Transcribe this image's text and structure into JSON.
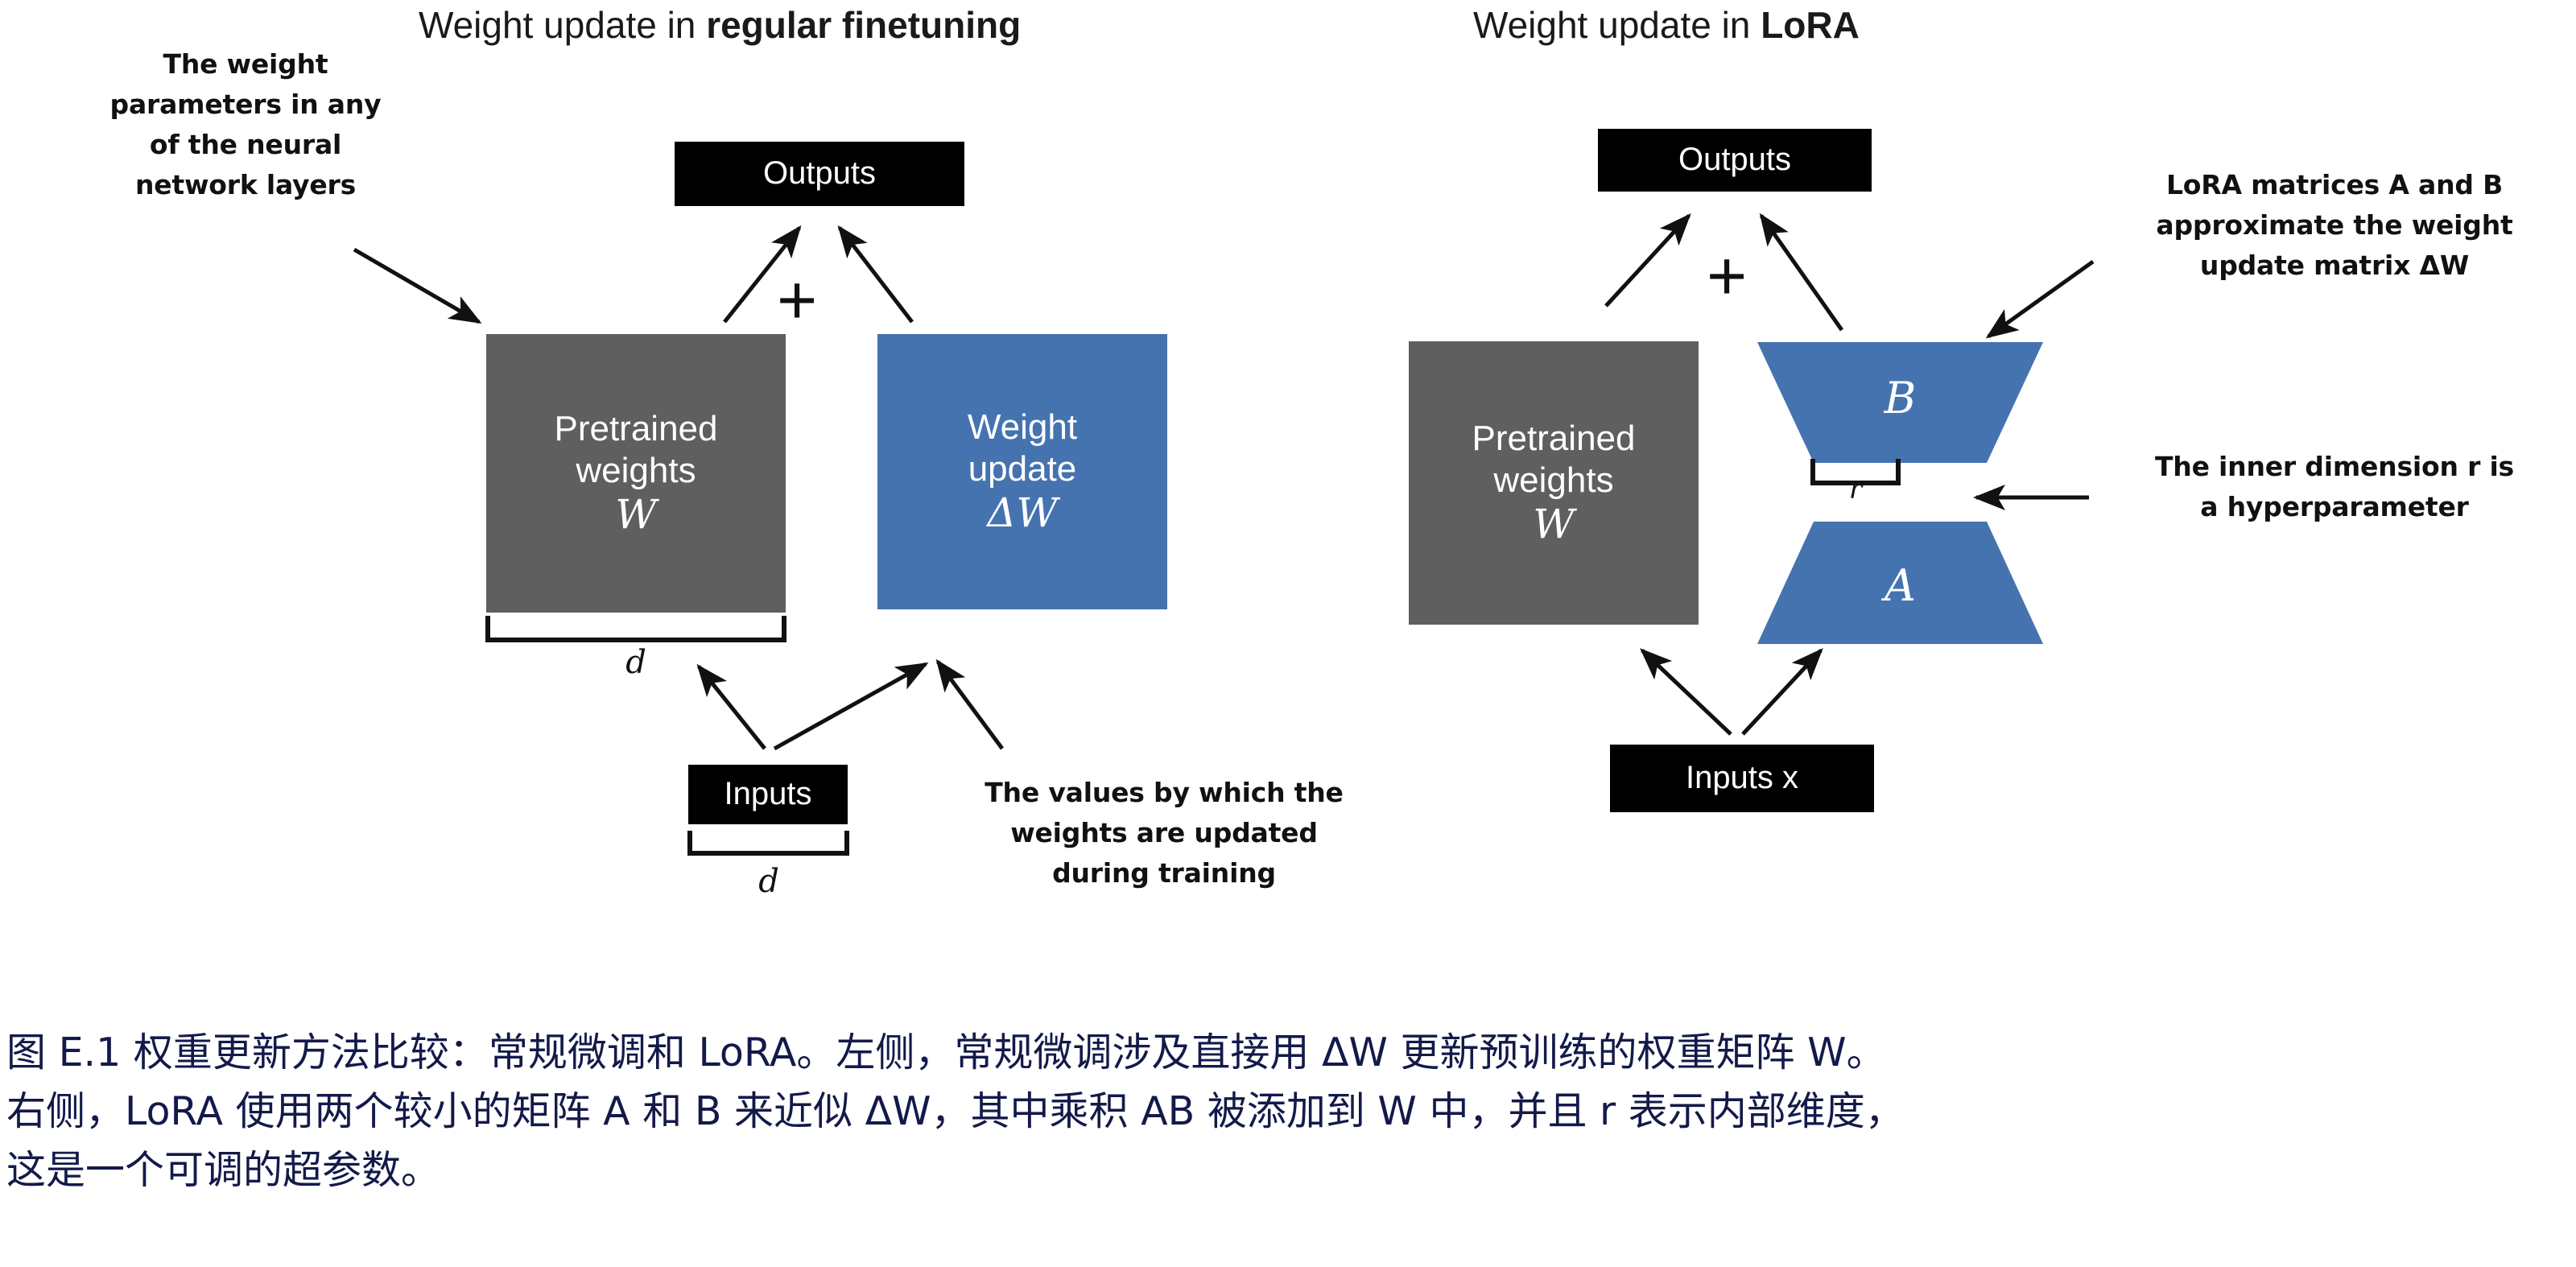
{
  "figure": {
    "panels": [
      {
        "id": "regular-finetuning",
        "title_plain": "Weight update in ",
        "title_bold": "regular finetuning",
        "outputs_label": "Outputs",
        "plus_symbol": "+",
        "pretrained_line1": "Pretrained",
        "pretrained_line2": "weights",
        "pretrained_symbol": "W",
        "update_line1": "Weight",
        "update_line2": "update",
        "update_symbol": "ΔW",
        "inputs_label": "Inputs",
        "dim_weights": "d",
        "dim_inputs": "d",
        "annotation_left": "The weight\nparameters in any\nof the neural\nnetwork layers",
        "annotation_right": "The values by which the\nweights are updated\nduring training"
      },
      {
        "id": "lora",
        "title_plain": "Weight update in ",
        "title_bold": "LoRA",
        "outputs_label": "Outputs",
        "plus_symbol": "+",
        "pretrained_line1": "Pretrained",
        "pretrained_line2": "weights",
        "pretrained_symbol": "W",
        "matrix_b_label": "B",
        "matrix_a_label": "A",
        "inner_dim_label": "r",
        "inputs_label": "Inputs x",
        "annotation_top": "LoRA matrices A and B\napproximate the weight\nupdate matrix ΔW",
        "annotation_bottom": "The inner dimension r is\na hyperparameter"
      }
    ],
    "caption": {
      "line1": "图 E.1 权重更新方法比较：常规微调和 LoRA。左侧，常规微调涉及直接用 ΔW 更新预训练的权重矩阵 W。",
      "line2": "右侧，LoRA 使用两个较小的矩阵 A 和 B 来近似 ΔW，其中乘积 AB 被添加到 W 中，并且 r 表示内部维度，",
      "line3": "这是一个可调的超参数。"
    }
  },
  "colors": {
    "blue": "#4573b0",
    "gray": "#5f5f5f",
    "black": "#000000",
    "caption": "#131a4a",
    "background": "#ffffff"
  }
}
